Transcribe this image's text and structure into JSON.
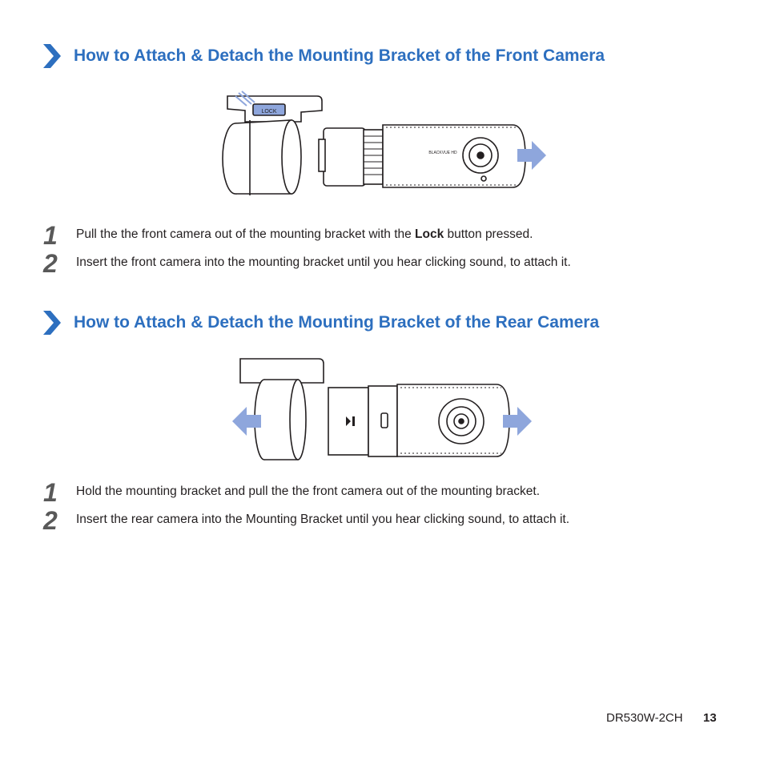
{
  "section1": {
    "title": "How to Attach & Detach the Mounting Bracket of the Front Camera",
    "figure": {
      "lock_label": "LOCK",
      "brand_label": "BLACKVUE HD"
    },
    "steps": [
      {
        "number": "1",
        "text_before": "Pull the the front camera out of the mounting bracket with the ",
        "bold": "Lock",
        "text_after": " button pressed."
      },
      {
        "number": "2",
        "text": "Insert the front camera into the mounting bracket until you hear clicking sound, to attach it."
      }
    ]
  },
  "section2": {
    "title": "How to Attach & Detach the Mounting Bracket of the Rear Camera",
    "steps": [
      {
        "number": "1",
        "text": "Hold the mounting bracket and pull the the front camera out of the mounting bracket."
      },
      {
        "number": "2",
        "text": "Insert the rear camera into the Mounting Bracket until you hear clicking sound, to attach it."
      }
    ]
  },
  "footer": {
    "model": "DR530W-2CH",
    "page": "13"
  },
  "colors": {
    "heading": "#2d6fbf",
    "arrow": "#8ea6dc",
    "chevron": "#2d6fbf"
  },
  "icons": [
    "chevron-right-icon",
    "arrow-right-icon",
    "arrow-left-icon"
  ]
}
